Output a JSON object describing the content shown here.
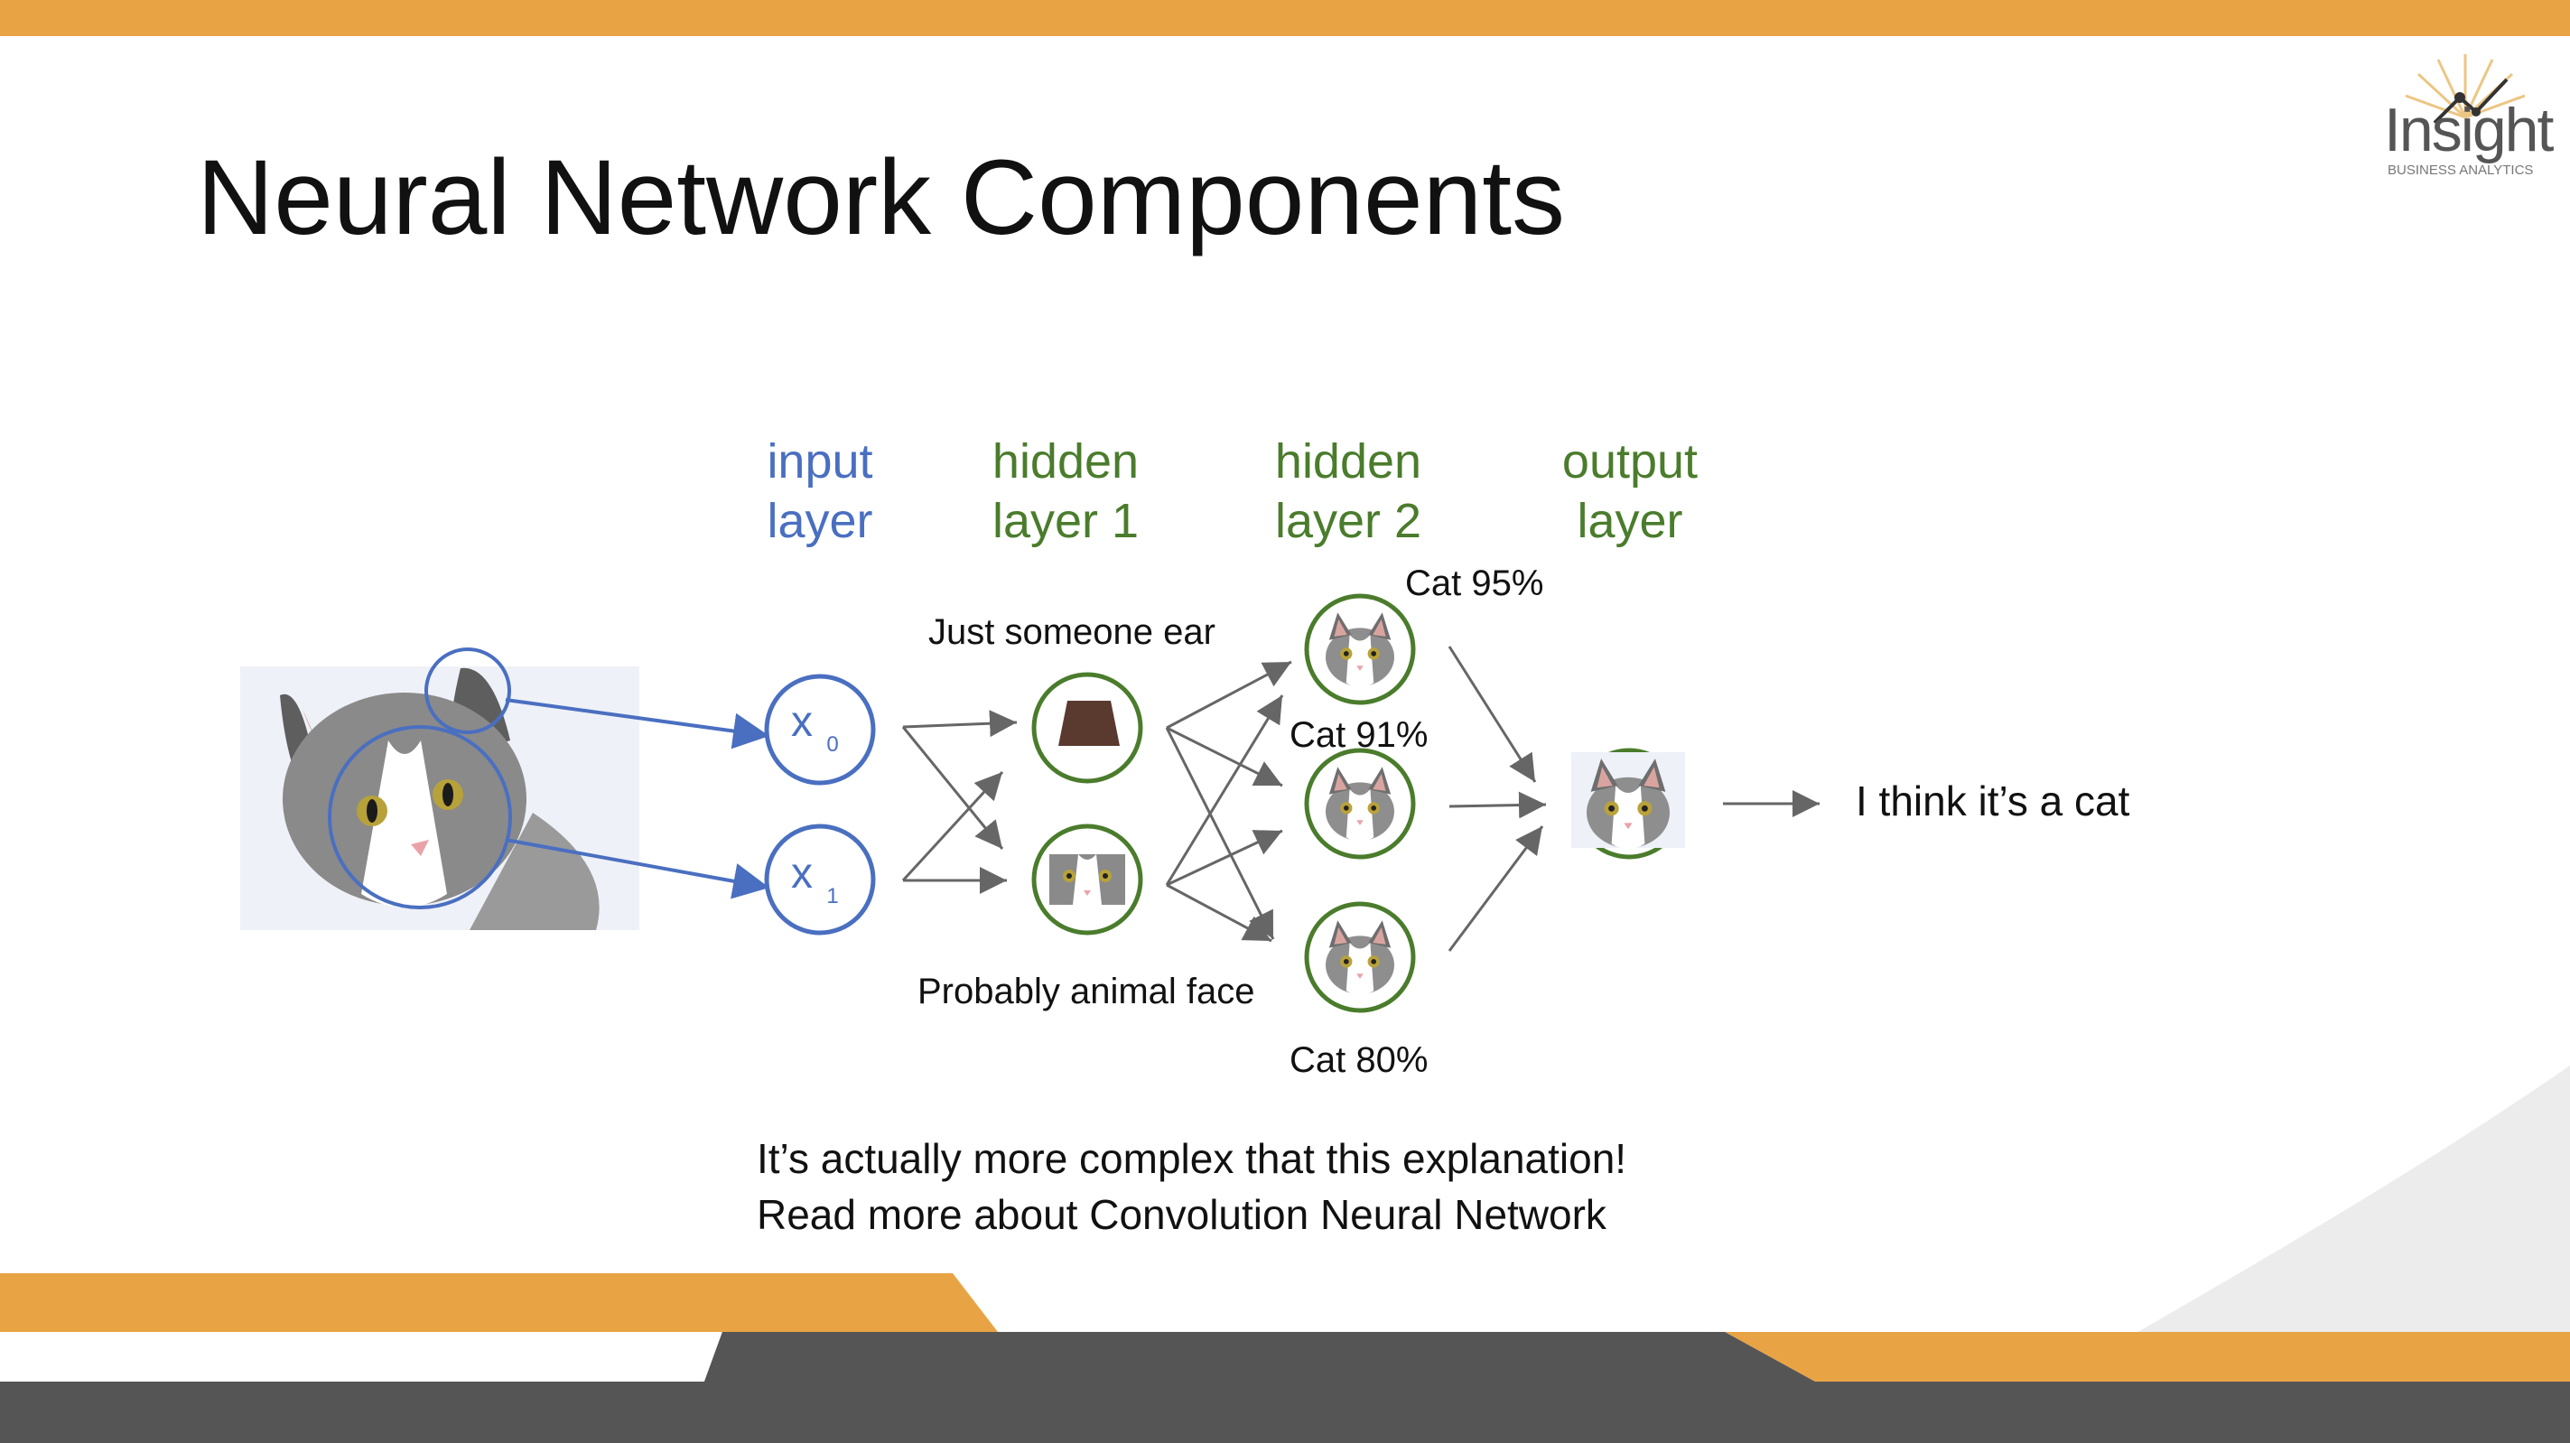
{
  "slide": {
    "title": "Neural Network Components",
    "logo": {
      "name": "Insight",
      "tagline": "BUSINESS ANALYTICS"
    }
  },
  "diagram": {
    "layers": [
      {
        "line1": "input",
        "line2": "layer"
      },
      {
        "line1": "hidden",
        "line2": "layer 1"
      },
      {
        "line1": "hidden",
        "line2": "layer 2"
      },
      {
        "line1": "output",
        "line2": "layer"
      }
    ],
    "inputs": [
      {
        "base": "x",
        "sub": "0"
      },
      {
        "base": "x",
        "sub": "1"
      }
    ],
    "hidden1_labels": {
      "top": "Just someone ear",
      "bottom": "Probably animal face"
    },
    "hidden2_labels": [
      "Cat 95%",
      "Cat 91%",
      "Cat 80%"
    ],
    "output_label": "I think it’s a cat"
  },
  "notes": {
    "line1": "It’s actually more complex that this explanation!",
    "line2": "Read more about Convolution Neural Network"
  },
  "colors": {
    "input": "#4a6fc1",
    "hidden": "#4a7c2c",
    "accent_orange": "#e8a444",
    "dark_gray": "#555555"
  }
}
